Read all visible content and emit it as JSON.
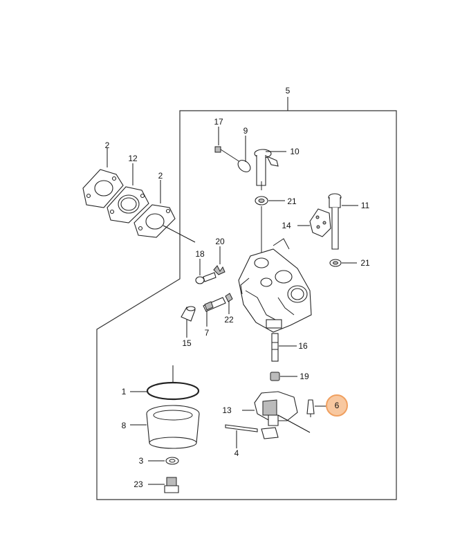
{
  "diagram": {
    "title": "Carburetor assembly",
    "highlight_color": "#f8c8a0",
    "highlight_border": "#f0a060",
    "highlighted_part": "6",
    "callouts": {
      "c1": "1",
      "c2a": "2",
      "c2b": "2",
      "c3": "3",
      "c4": "4",
      "c5": "5",
      "c6": "6",
      "c7": "7",
      "c8": "8",
      "c9": "9",
      "c10": "10",
      "c11": "11",
      "c12": "12",
      "c13": "13",
      "c14": "14",
      "c15": "15",
      "c16": "16",
      "c17": "17",
      "c18": "18",
      "c19": "19",
      "c20": "20",
      "c21a": "21",
      "c21b": "21",
      "c22": "22",
      "c23": "23"
    }
  }
}
